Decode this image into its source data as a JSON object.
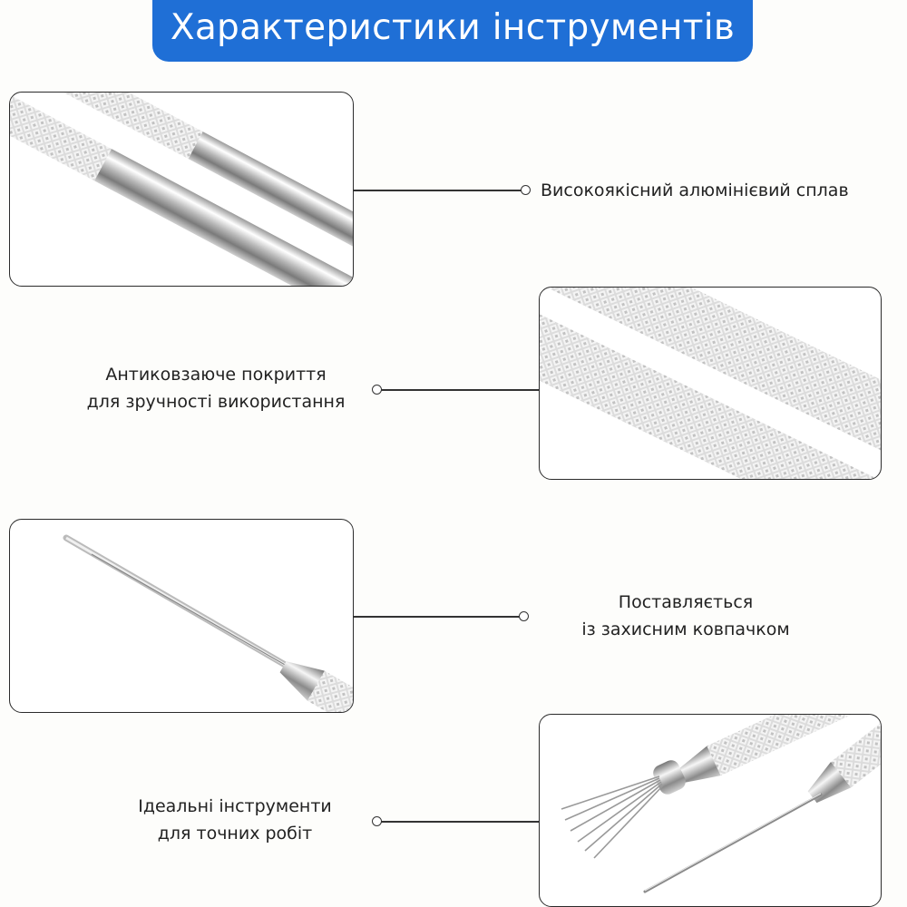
{
  "title": "Характеристики інструментів",
  "features": [
    {
      "lines": [
        "Високоякісний алюмінієвий сплав"
      ]
    },
    {
      "lines": [
        "Антиковзаюче покриття",
        "для зручності використання"
      ]
    },
    {
      "lines": [
        "Поставляється",
        "із захисним ковпачком"
      ]
    },
    {
      "lines": [
        "Ідеальні інструменти",
        "для точних робіт"
      ]
    }
  ],
  "colors": {
    "banner": "#1f6fd6",
    "banner_text": "#ffffff",
    "line": "#333333"
  }
}
